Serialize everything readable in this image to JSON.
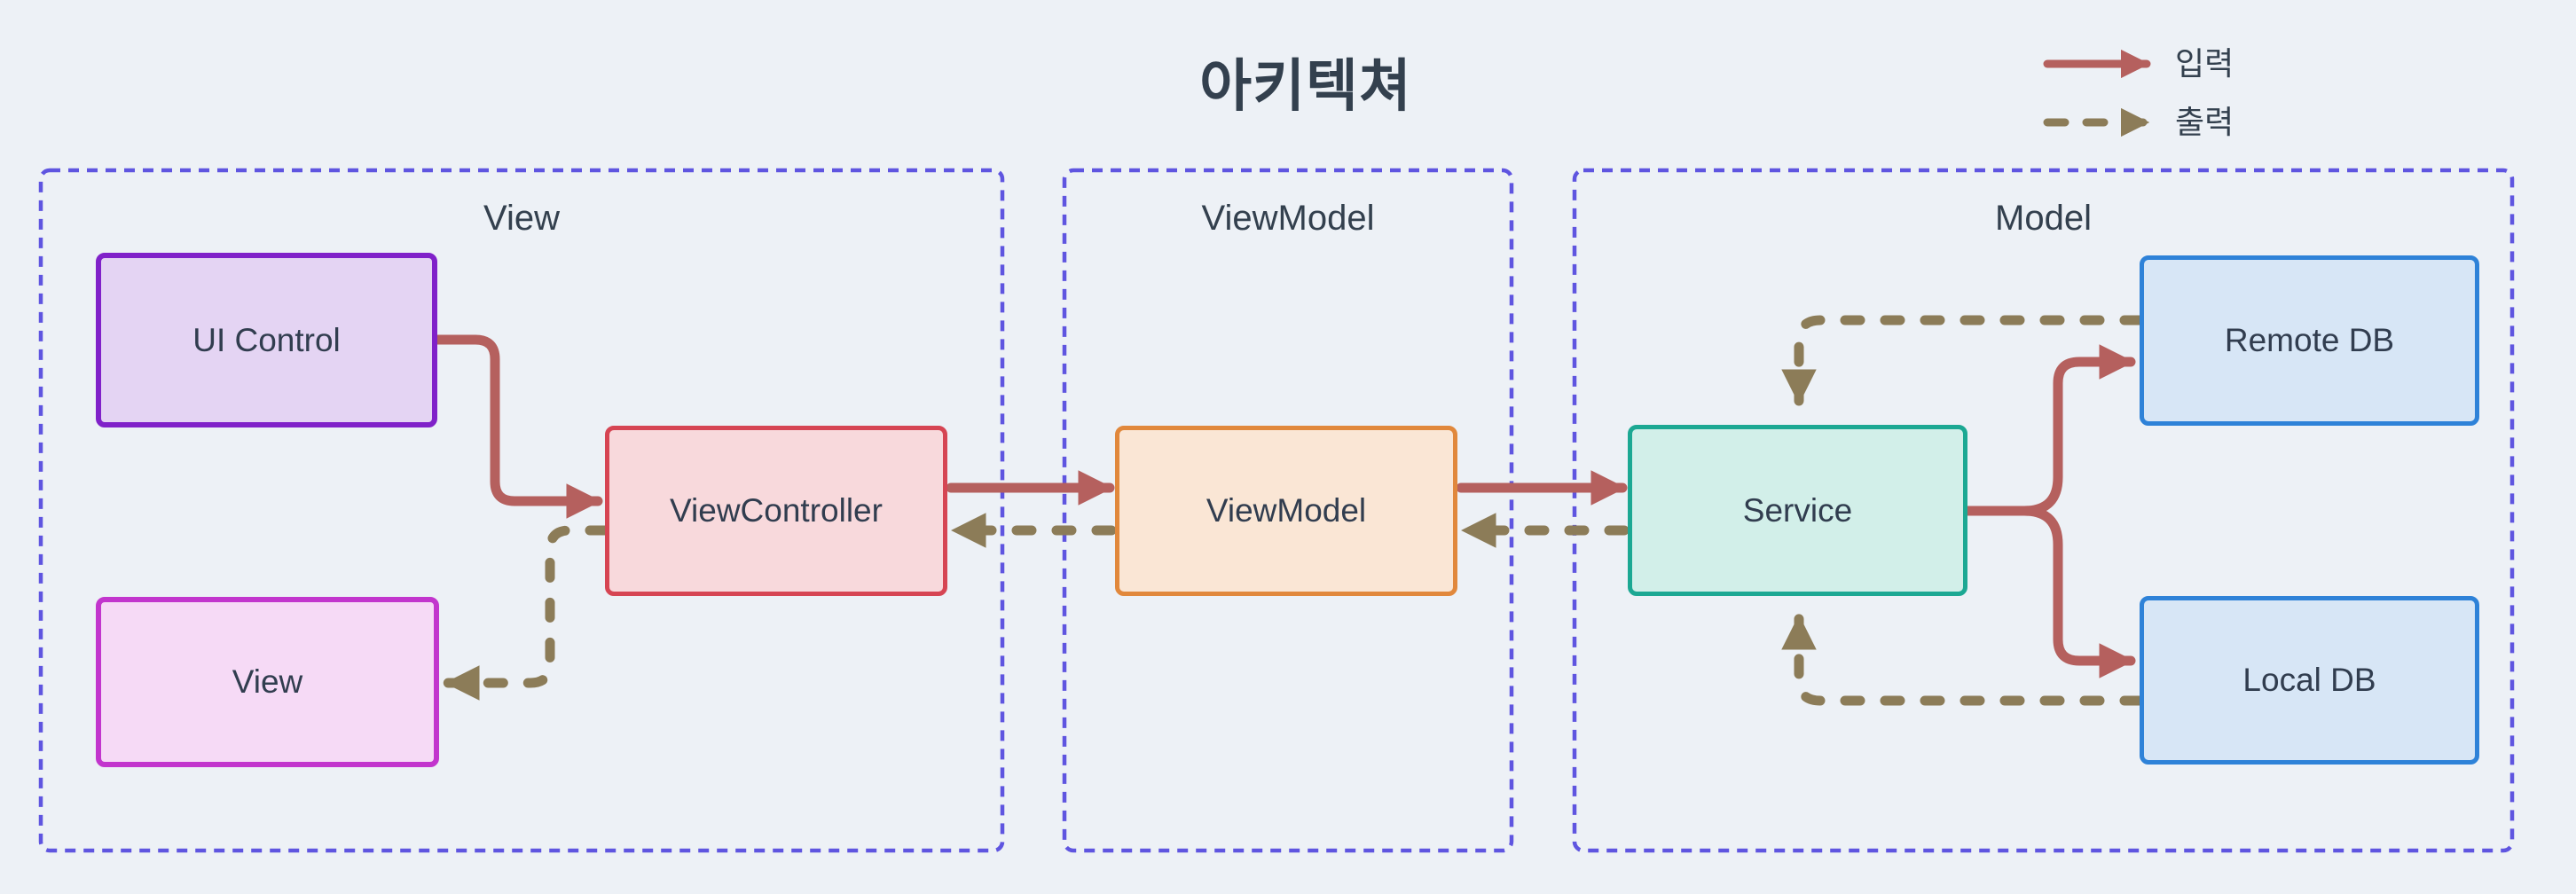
{
  "title": "아키텍쳐",
  "legend": {
    "input_label": "입력",
    "output_label": "출력"
  },
  "sections": [
    {
      "label": "View"
    },
    {
      "label": "ViewModel"
    },
    {
      "label": "Model"
    }
  ],
  "nodes": {
    "ui_control": "UI Control",
    "view": "View",
    "view_controller": "ViewController",
    "view_model": "ViewModel",
    "service": "Service",
    "remote_db": "Remote DB",
    "local_db": "Local DB"
  },
  "colors": {
    "background": "#edf1f6",
    "section_border": "#5f55e0",
    "input_arrow": "#b5605e",
    "output_arrow": "#8c7c58",
    "text": "#33404e",
    "ui_control_fill": "#e4d4f3",
    "ui_control_border": "#8021c9",
    "view_fill": "#f6daf6",
    "view_border": "#c235cd",
    "view_controller_fill": "#f8d9dc",
    "view_controller_border": "#d64553",
    "view_model_fill": "#fae6d5",
    "view_model_border": "#e1883c",
    "service_fill": "#d2efe9",
    "service_border": "#1ca893",
    "db_fill": "#d7e6f6",
    "db_border": "#2e82d8"
  }
}
